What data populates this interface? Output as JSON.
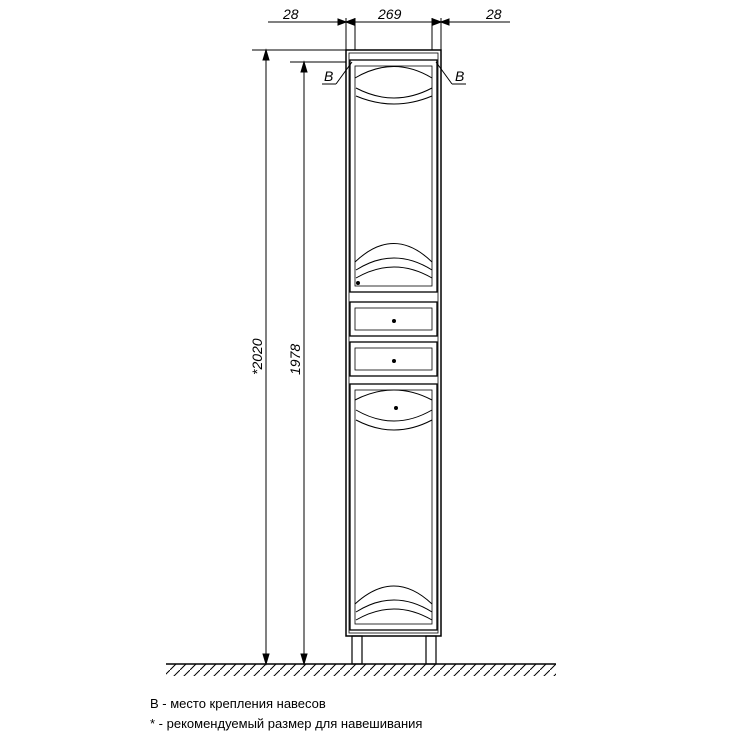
{
  "dimensions": {
    "side_left": "28",
    "width": "269",
    "side_right": "28",
    "total_height": "*2020",
    "body_height": "1978"
  },
  "markers": {
    "left": "B",
    "right": "B"
  },
  "legend": {
    "line1": "B - место крепления навесов",
    "line2": "* - рекомендуемый размер для навешивания"
  },
  "colors": {
    "line": "#000000",
    "background": "#ffffff"
  }
}
